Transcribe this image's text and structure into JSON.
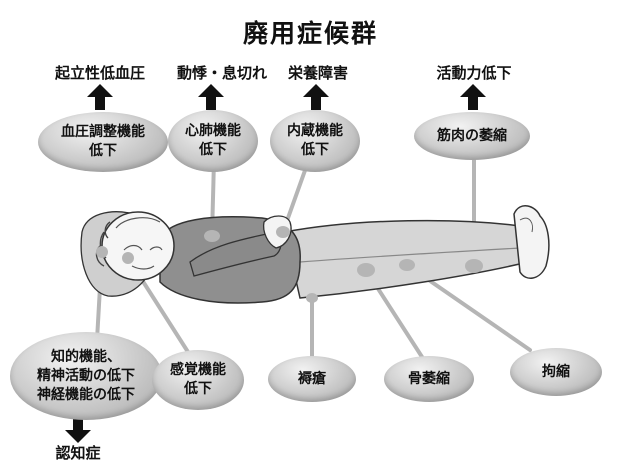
{
  "title": "廃用症候群",
  "effects": {
    "blood_pressure": "起立性低血圧",
    "cardio": "動悸・息切れ",
    "nutrition": "栄養障害",
    "activity": "活動力低下",
    "dementia": "認知症"
  },
  "conditions": {
    "blood_pressure": "血圧調整機能\n低下",
    "cardio": "心肺機能\n低下",
    "visceral": "内蔵機能\n低下",
    "muscle": "筋肉の萎縮",
    "cognitive": "知的機能、\n精神活動の低下\n神経機能の低下",
    "sensory": "感覚機能\n低下",
    "bedsore": "褥瘡",
    "bone": "骨萎縮",
    "contracture": "拘縮"
  },
  "colors": {
    "bubble": "#c9c9c9",
    "line": "#b5b5b5",
    "arrow": "#111111",
    "body_dark": "#8f8f8f",
    "body_light": "#d6d6d6"
  }
}
